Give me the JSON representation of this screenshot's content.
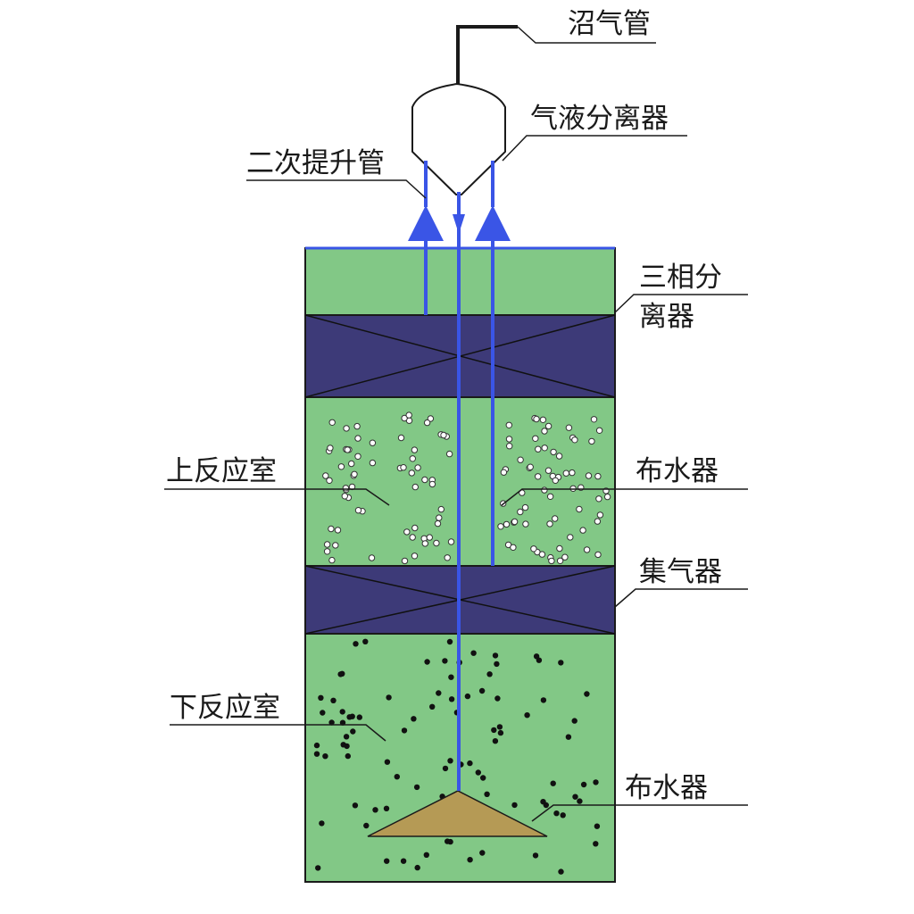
{
  "labels": {
    "biogas_pipe": "沼气管",
    "gas_liquid_separator": "气液分离器",
    "secondary_riser": "二次提升管",
    "three_phase_separator_line1": "三相分",
    "three_phase_separator_line2": "离器",
    "upper_reaction_chamber": "上反应室",
    "water_distributor_upper": "布水器",
    "gas_collector": "集气器",
    "lower_reaction_chamber": "下反应室",
    "water_distributor_lower": "布水器"
  },
  "colors": {
    "tank_fill": "#82c886",
    "separator_band": "#3d3a78",
    "flow_pipe": "#3a55e6",
    "distributor_cone": "#b59a55",
    "outline": "#1a1a1a",
    "tank_top_edge": "#3a55e6"
  }
}
